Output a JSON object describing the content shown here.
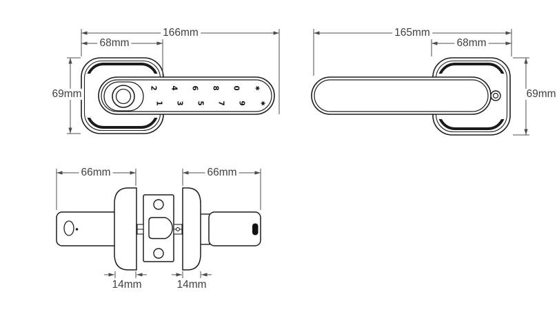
{
  "front_view": {
    "dim_total_width": "166mm",
    "dim_plate_width": "68mm",
    "dim_height": "69mm",
    "keypad_top_row": [
      "2",
      "4",
      "6",
      "8",
      "0",
      "✱"
    ],
    "keypad_bottom_row": [
      "1",
      "3",
      "5",
      "7",
      "9",
      "✱"
    ]
  },
  "rear_view": {
    "dim_total_width": "165mm",
    "dim_plate_width": "68mm",
    "dim_height": "69mm"
  },
  "side_view": {
    "dim_front_handle_length": "66mm",
    "dim_rear_handle_length": "66mm",
    "dim_front_rose_thickness": "14mm",
    "dim_rear_rose_thickness": "14mm"
  },
  "colors": {
    "outline": "#1b1b1b",
    "dimension_line": "#4c4c4c",
    "label_text": "#3c4046",
    "usb_slot_fill": "#111111",
    "background": "#ffffff"
  }
}
